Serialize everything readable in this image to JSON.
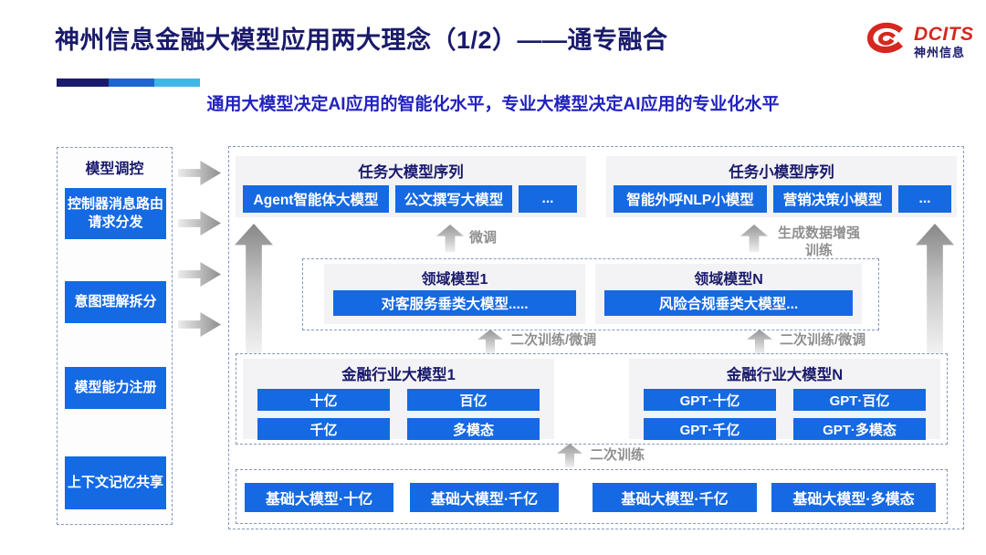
{
  "header": {
    "title": "神州信息金融大模型应用两大理念（1/2）——通专融合",
    "subtitle": "通用大模型决定AI应用的智能化水平，专业大模型决定AI应用的专业化水平",
    "logo": {
      "brand": "DCITS",
      "brand_cn": "神州信息"
    }
  },
  "colors": {
    "navy": "#1a1a6b",
    "subtitle_blue": "#2222c0",
    "box_blue": "#1569e3",
    "logo_red": "#d5281f",
    "deco_bar": [
      "#1b1b6e",
      "#1d66cf",
      "#3fb6e8"
    ]
  },
  "sidebar": {
    "title": "模型调控",
    "items": [
      {
        "label": "控制器消息路由请求分发"
      },
      {
        "label": "意图理解拆分"
      },
      {
        "label": "模型能力注册"
      },
      {
        "label": "上下文记忆共享"
      }
    ]
  },
  "diagram": {
    "task_large": {
      "title": "任务大模型序列",
      "items": [
        "Agent智能体大模型",
        "公文撰写大模型",
        "..."
      ]
    },
    "task_small": {
      "title": "任务小模型序列",
      "items": [
        "智能外呼NLP小模型",
        "营销决策小模型",
        "..."
      ]
    },
    "domain": {
      "model1": {
        "title": "领域模型1",
        "item": "对客服务垂类大模型....."
      },
      "modelN": {
        "title": "领域模型N",
        "item": "风险合规垂类大模型..."
      }
    },
    "industry": {
      "model1": {
        "title": "金融行业大模型1",
        "items": [
          "十亿",
          "百亿",
          "千亿",
          "多模态"
        ]
      },
      "modelN": {
        "title": "金融行业大模型N",
        "items": [
          "GPT·十亿",
          "GPT·百亿",
          "GPT·千亿",
          "GPT·多模态"
        ]
      }
    },
    "base_models": [
      "基础大模型·十亿",
      "基础大模型·千亿",
      "基础大模型·千亿",
      "基础大模型·多模态"
    ],
    "labels": {
      "finetune": "微调",
      "gen_data": "生成数据增强训练",
      "retrain_finetune": "二次训练/微调",
      "retrain": "二次训练"
    }
  }
}
